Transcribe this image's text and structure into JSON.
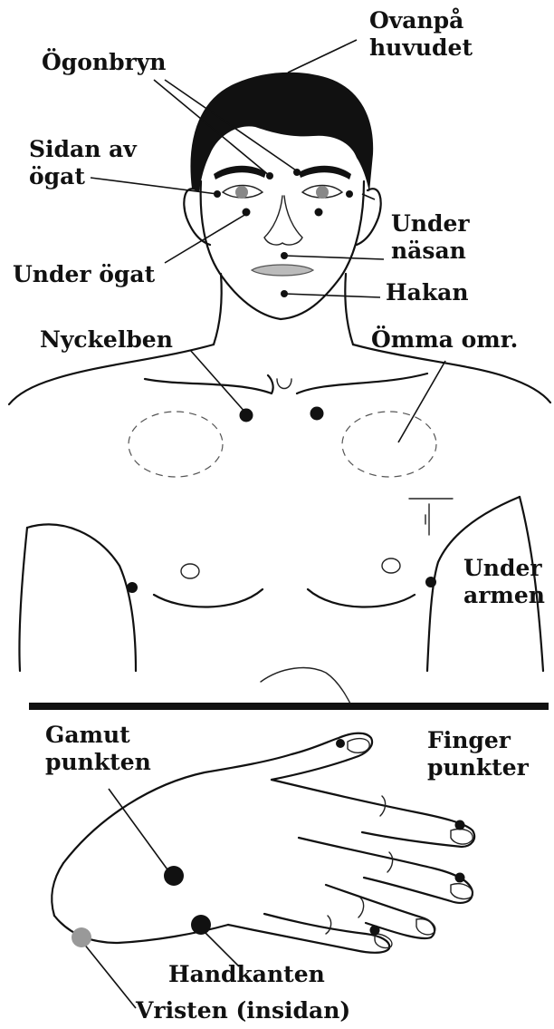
{
  "colors": {
    "point": "#111111",
    "wrist_point": "#999999",
    "hair": "#111111",
    "divider": "#111111"
  },
  "labels": {
    "top_of_head": [
      "Ovanpå",
      "huvudet"
    ],
    "eyebrows": [
      "Ögonbryn"
    ],
    "side_of_eye": [
      "Sidan av",
      "ögat"
    ],
    "under_nose": [
      "Under",
      "näsan"
    ],
    "under_eye": [
      "Under ögat"
    ],
    "chin": [
      "Hakan"
    ],
    "collarbone": [
      "Nyckelben"
    ],
    "sore_spots": [
      "Ömma omr."
    ],
    "under_arm": [
      "Under",
      "armen"
    ],
    "gamut_point": [
      "Gamut",
      "punkten"
    ],
    "finger_points": [
      "Finger",
      "punkter"
    ],
    "karate_chop": [
      "Handkanten"
    ],
    "wrist": [
      "Vristen (insidan)"
    ]
  }
}
